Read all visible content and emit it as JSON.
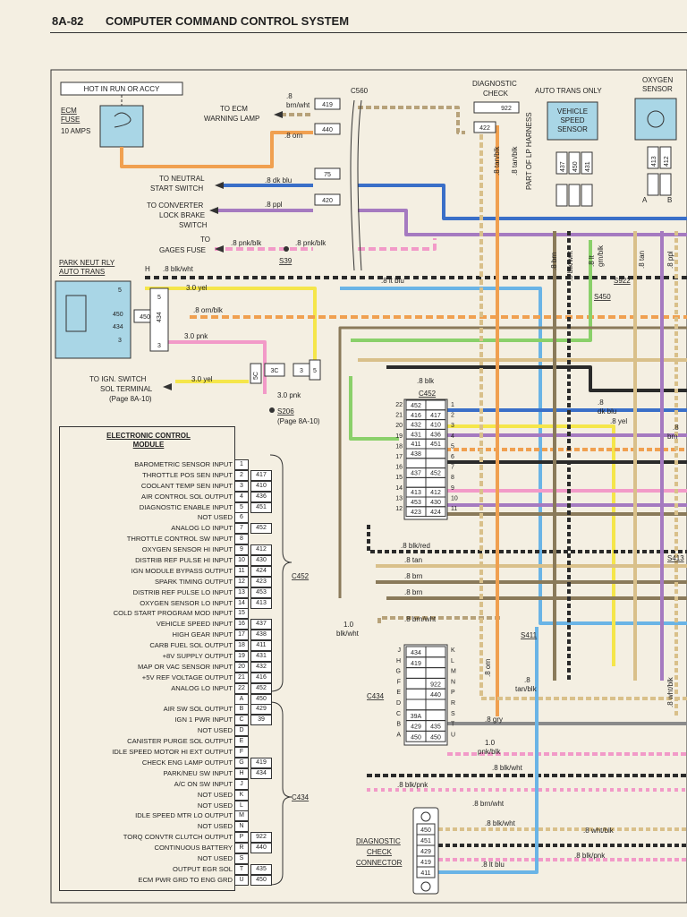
{
  "header": {
    "page": "8A-82",
    "title": "COMPUTER COMMAND CONTROL SYSTEM"
  },
  "labels": {
    "hot": "HOT IN RUN OR ACCY",
    "ecm_fuse_1": "ECM",
    "ecm_fuse_2": "FUSE",
    "ecm_fuse_3": "10 AMPS",
    "to_ecm_1": "TO ECM",
    "to_ecm_2": "WARNING LAMP",
    "c560": "C560",
    "diag_check_1": "DIAGNOSTIC",
    "diag_check_2": "CHECK",
    "auto_trans": "AUTO TRANS ONLY",
    "oxy_1": "OXYGEN",
    "oxy_2": "SENSOR",
    "vss_1": "VEHICLE",
    "vss_2": "SPEED",
    "vss_3": "SENSOR",
    "part_lp": "PART OF LP HARNESS",
    "neutral_1": "TO NEUTRAL",
    "neutral_2": "START SWITCH",
    "conv_1": "TO CONVERTER",
    "conv_2": "LOCK BRAKE",
    "conv_3": "SWITCH",
    "gages_1": "TO",
    "gages_2": "GAGES FUSE",
    "s39": "S39",
    "park_1": "PARK NEUT RLY",
    "park_2": "AUTO TRANS",
    "h": "H",
    "ign_1": "TO IGN. SWITCH",
    "ign_2": "SOL TERMINAL",
    "ign_3": "(Page 8A-10)",
    "s206": "S206",
    "s206p": "(Page 8A-10)",
    "c452": "C452",
    "c434": "C434",
    "s922": "S922",
    "s450": "S450",
    "s413": "S413",
    "s411": "S411",
    "a": "A",
    "b": "B",
    "dlc_1": "DIAGNOSTIC",
    "dlc_2": "CHECK",
    "dlc_3": "CONNECTOR"
  },
  "wires": {
    "w1": ".8",
    "w1b": "brn/wht",
    "w2": ".8 orn",
    "w3": ".8 dk blu",
    "w4": ".8 ppl",
    "w5": ".8 pnk/blk",
    "w6": ".8 pnk/blk",
    "w7": ".8 blk/wht",
    "w8": "3.0 yel",
    "w9": ".8 orn/blk",
    "w10": "3.0 pnk",
    "w11": "3.0 yel",
    "w12": "3.0 pnk",
    "w13": ".8 lt blu",
    "w14": ".8 tan/blk",
    "w15": ".8 tan/blk",
    "w16": ".8 brn",
    "w17": ".8 blk/wht",
    "w18": ".8 lt",
    "w18b": "grn/blk",
    "w19": ".8 tan",
    "w20": ".8 ppl",
    "w21": ".8 blk",
    "w22": ".8",
    "w22b": "dk blu",
    "w23": ".8 yel",
    "w24": ".8",
    "w24b": "brn",
    "w25": ".8 blk/red",
    "w26": ".8 tan",
    "w27": ".8 brn",
    "w28": ".8 brn",
    "w29": "1.0",
    "w29b": "blk/wht",
    "w30": ".8 brn/wht",
    "w31": ".8 orn",
    "w32": ".8",
    "w32b": "tan/blk",
    "w33": ".8 gry",
    "w34": "1.0",
    "w34b": "pnk/blk",
    "w35": ".8 blk/wht",
    "w36": ".8 blk/pnk",
    "w37": ".8 brn/wht",
    "w38": ".8 blk/wht",
    "w39": ".8 wht/blk",
    "w40": ".8 blk/pnk",
    "w41": ".8 lt blu",
    "w42": ".8 wht/blk"
  },
  "circuits": {
    "c419": "419",
    "c440": "440",
    "c75": "75",
    "c420": "420",
    "c922": "922",
    "c422": "422",
    "c437": "437",
    "c450": "450",
    "c431": "431",
    "c413": "413",
    "c412": "412",
    "p5": "5",
    "p450": "450",
    "p434": "434",
    "p3": "3",
    "pc5": "5",
    "pc434": "434",
    "pc3": "3",
    "s5c": "5C",
    "s3c": "3C",
    "s3": "3",
    "s5": "5"
  },
  "c452_table": {
    "left": [
      "22",
      "21",
      "20",
      "19",
      "18",
      "17",
      "16",
      "15",
      "14",
      "13",
      "12"
    ],
    "right": [
      "1",
      "2",
      "3",
      "4",
      "5",
      "6",
      "7",
      "8",
      "9",
      "10",
      "11"
    ],
    "a": [
      "452",
      "416",
      "432",
      "431",
      "411",
      "438",
      "",
      "437",
      "",
      "413",
      "453",
      "423"
    ],
    "b": [
      "",
      "417",
      "410",
      "436",
      "451",
      "",
      "",
      "452",
      "",
      "412",
      "430",
      "424"
    ]
  },
  "c434_table": {
    "left": [
      "J",
      "H",
      "G",
      "F",
      "E",
      "D",
      "C",
      "B",
      "A"
    ],
    "right": [
      "K",
      "L",
      "M",
      "N",
      "P",
      "R",
      "S",
      "T",
      "U"
    ],
    "a": [
      "434",
      "419",
      "",
      "",
      "",
      "",
      "39A",
      "429",
      "450"
    ],
    "b": [
      "",
      "",
      "",
      "922",
      "440",
      "",
      "",
      "435",
      "450"
    ]
  },
  "dlc": [
    "450",
    "451",
    "429",
    "419",
    "411"
  ],
  "ecm": {
    "title_1": "ELECTRONIC CONTROL",
    "title_2": "MODULE",
    "rows": [
      {
        "name": "BAROMETRIC SENSOR INPUT",
        "pin": "1",
        "ckt": ""
      },
      {
        "name": "THROTTLE POS SEN INPUT",
        "pin": "2",
        "ckt": "417"
      },
      {
        "name": "COOLANT TEMP SEN INPUT",
        "pin": "3",
        "ckt": "410"
      },
      {
        "name": "AIR CONTROL SOL OUTPUT",
        "pin": "4",
        "ckt": "436"
      },
      {
        "name": "DIAGNOSTIC ENABLE INPUT",
        "pin": "5",
        "ckt": "451"
      },
      {
        "name": "NOT USED",
        "pin": "6",
        "ckt": ""
      },
      {
        "name": "ANALOG LO INPUT",
        "pin": "7",
        "ckt": "452"
      },
      {
        "name": "THROTTLE CONTROL SW INPUT",
        "pin": "8",
        "ckt": ""
      },
      {
        "name": "OXYGEN SENSOR HI INPUT",
        "pin": "9",
        "ckt": "412"
      },
      {
        "name": "DISTRIB REF PULSE HI INPUT",
        "pin": "10",
        "ckt": "430"
      },
      {
        "name": "IGN MODULE BYPASS OUTPUT",
        "pin": "11",
        "ckt": "424"
      },
      {
        "name": "SPARK TIMING OUTPUT",
        "pin": "12",
        "ckt": "423"
      },
      {
        "name": "DISTRIB REF PULSE LO INPUT",
        "pin": "13",
        "ckt": "453"
      },
      {
        "name": "OXYGEN SENSOR LO INPUT",
        "pin": "14",
        "ckt": "413"
      },
      {
        "name": "COLD START PROGRAM MOD INPUT",
        "pin": "15",
        "ckt": ""
      },
      {
        "name": "VEHICLE SPEED INPUT",
        "pin": "16",
        "ckt": "437"
      },
      {
        "name": "HIGH GEAR INPUT",
        "pin": "17",
        "ckt": "438"
      },
      {
        "name": "CARB FUEL SOL OUTPUT",
        "pin": "18",
        "ckt": "411"
      },
      {
        "name": "+8V SUPPLY OUTPUT",
        "pin": "19",
        "ckt": "431"
      },
      {
        "name": "MAP OR VAC SENSOR INPUT",
        "pin": "20",
        "ckt": "432"
      },
      {
        "name": "+5V REF VOLTAGE OUTPUT",
        "pin": "21",
        "ckt": "416"
      },
      {
        "name": "ANALOG LO INPUT",
        "pin": "22",
        "ckt": "452"
      },
      {
        "name": "",
        "pin": "A",
        "ckt": "450"
      },
      {
        "name": "AIR SW SOL OUTPUT",
        "pin": "B",
        "ckt": "429"
      },
      {
        "name": "IGN 1 PWR INPUT",
        "pin": "C",
        "ckt": "39"
      },
      {
        "name": "NOT USED",
        "pin": "D",
        "ckt": ""
      },
      {
        "name": "CANISTER PURGE SOL OUTPUT",
        "pin": "E",
        "ckt": ""
      },
      {
        "name": "IDLE SPEED MOTOR HI EXT OUTPUT",
        "pin": "F",
        "ckt": ""
      },
      {
        "name": "CHECK ENG LAMP OUTPUT",
        "pin": "G",
        "ckt": "419"
      },
      {
        "name": "PARK/NEU SW INPUT",
        "pin": "H",
        "ckt": "434"
      },
      {
        "name": "A/C ON SW INPUT",
        "pin": "J",
        "ckt": ""
      },
      {
        "name": "NOT USED",
        "pin": "K",
        "ckt": ""
      },
      {
        "name": "NOT USED",
        "pin": "L",
        "ckt": ""
      },
      {
        "name": "IDLE SPEED MTR LO OUTPUT",
        "pin": "M",
        "ckt": ""
      },
      {
        "name": "NOT USED",
        "pin": "N",
        "ckt": ""
      },
      {
        "name": "TORQ CONVTR CLUTCH OUTPUT",
        "pin": "P",
        "ckt": "922"
      },
      {
        "name": "CONTINUOUS BATTERY",
        "pin": "R",
        "ckt": "440"
      },
      {
        "name": "NOT USED",
        "pin": "S",
        "ckt": ""
      },
      {
        "name": "OUTPUT EGR SOL",
        "pin": "T",
        "ckt": "435"
      },
      {
        "name": "ECM PWR GRD TO ENG GRD",
        "pin": "U",
        "ckt": "450"
      }
    ],
    "c452_tag": "C452",
    "c434_tag": "C434"
  },
  "colors": {
    "orn": "#f0a050",
    "dkblu": "#3a6fc8",
    "ppl": "#a57ac0",
    "pnk": "#f29ac8",
    "yel": "#f5e64a",
    "ltblu": "#6ab4e6",
    "tan": "#d9c08a",
    "brn": "#8a7a5a",
    "blk": "#2a2a2a",
    "grn": "#8ad06a",
    "gry": "#8a8a8a",
    "box": "#a9d6e6",
    "paper": "#f4efe2"
  }
}
